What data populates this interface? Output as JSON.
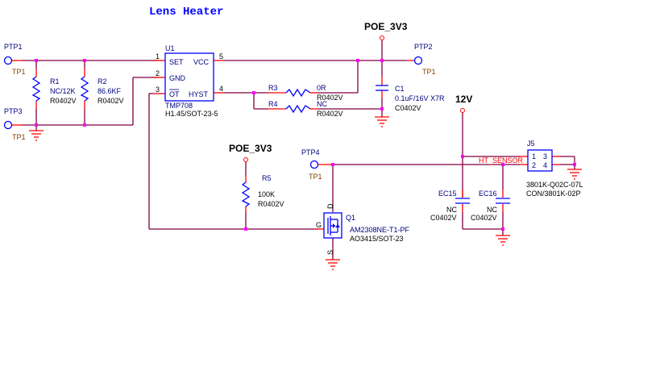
{
  "title": "Lens Heater",
  "nets": {
    "poe_3v3_top": "POE_3V3",
    "poe_3v3_left": "POE_3V3",
    "v12": "12V",
    "ht_sensor": "HT_SENSOR"
  },
  "test_points": [
    {
      "ref": "PTP1",
      "type": "TP1"
    },
    {
      "ref": "PTP2",
      "type": "TP1"
    },
    {
      "ref": "PTP3",
      "type": "TP1"
    },
    {
      "ref": "PTP4",
      "type": "TP1"
    }
  ],
  "u1": {
    "ref": "U1",
    "part": "TMP708",
    "package": "H1.45/SOT-23-5",
    "pins": [
      {
        "num": "1",
        "name": "SET"
      },
      {
        "num": "2",
        "name": "GND"
      },
      {
        "num": "3",
        "name": "OT"
      },
      {
        "num": "4",
        "name": "HYST"
      },
      {
        "num": "5",
        "name": "VCC"
      }
    ]
  },
  "resistors": [
    {
      "ref": "R1",
      "value": "NC/12K",
      "footprint": "R0402V"
    },
    {
      "ref": "R2",
      "value": "86.6KF",
      "footprint": "R0402V"
    },
    {
      "ref": "R3",
      "value": "0R",
      "footprint": "R0402V"
    },
    {
      "ref": "R4",
      "value": "NC",
      "footprint": "R0402V"
    },
    {
      "ref": "R5",
      "value": "100K",
      "footprint": "R0402V"
    }
  ],
  "capacitors": [
    {
      "ref": "C1",
      "value": "0.1uF/16V X7R",
      "footprint": "C0402V"
    },
    {
      "ref": "EC15",
      "value": "NC",
      "footprint": "C0402V"
    },
    {
      "ref": "EC16",
      "value": "NC",
      "footprint": "C0402V"
    }
  ],
  "q1": {
    "ref": "Q1",
    "part": "AM2308NE-T1-PF",
    "package": "AO3415/SOT-23",
    "pins": {
      "g": "G",
      "d": "D",
      "s": "S"
    }
  },
  "j5": {
    "ref": "J5",
    "part": "3801K-Q02C-07L",
    "package": "CON/3801K-02P",
    "pins": [
      "1",
      "3",
      "2",
      "4"
    ]
  }
}
